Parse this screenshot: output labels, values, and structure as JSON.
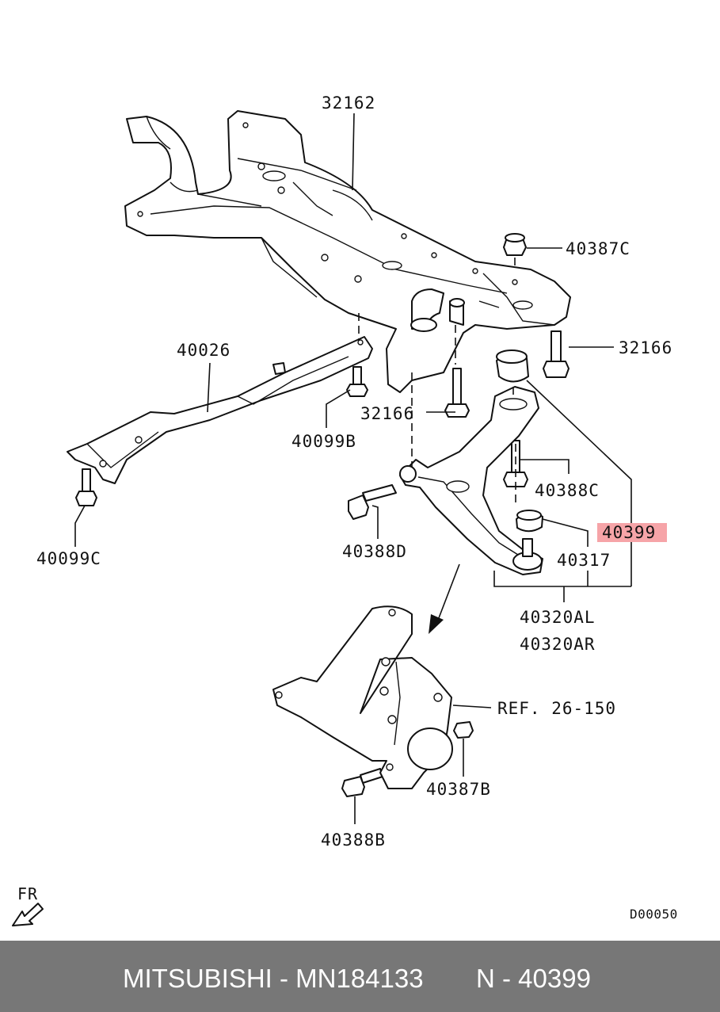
{
  "callouts": {
    "crossmember": "32162",
    "nut_rear": "40387C",
    "bolt_right": "32166",
    "bolt_center": "32166",
    "bracket": "40026",
    "bolt_bracket": "40099B",
    "bolt_bracket_left": "40099C",
    "bolt_arm_front": "40388D",
    "bolt_arm_rear": "40388C",
    "bushing": "40399",
    "ball_joint_boot": "40317",
    "arm_left": "40320AL",
    "arm_right": "40320AR",
    "knuckle_ref": "REF. 26-150",
    "nut_knuckle": "40387B",
    "bolt_knuckle": "40388B"
  },
  "direction_label": "FR",
  "diagram_code": "D00050",
  "footer": {
    "brand_part": "MITSUBISHI - MN184133",
    "number": "N - 40399"
  },
  "colors": {
    "highlight": "#f6a4a8",
    "footer_bg": "#777777",
    "footer_text": "#ffffff"
  }
}
